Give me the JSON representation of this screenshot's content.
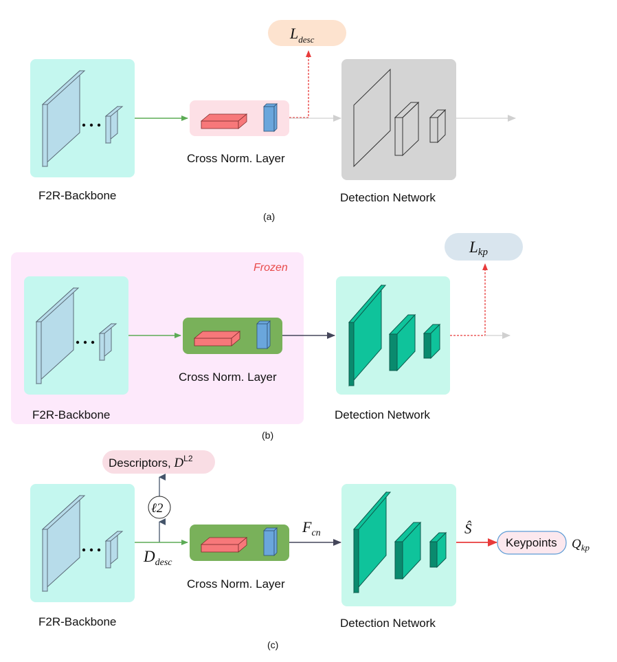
{
  "panels": {
    "a": {
      "caption": "(a)",
      "backbone_label": "F2R-Backbone",
      "cross_norm_label": "Cross Norm. Layer",
      "detection_label": "Detection Network",
      "loss_label": "L",
      "loss_sub": "desc"
    },
    "b": {
      "caption": "(b)",
      "frozen_label": "Frozen",
      "backbone_label": "F2R-Backbone",
      "cross_norm_label": "Cross Norm. Layer",
      "detection_label": "Detection Network",
      "loss_label": "L",
      "loss_sub": "kp"
    },
    "c": {
      "caption": "(c)",
      "backbone_label": "F2R-Backbone",
      "cross_norm_label": "Cross Norm. Layer",
      "detection_label": "Detection Network",
      "descriptors_label": "Descriptors, ",
      "descriptors_sym": "D",
      "descriptors_sup": "L2",
      "l2_label": "ℓ2",
      "d_desc_main": "D",
      "d_desc_sub": "desc",
      "f_cn_main": "F",
      "f_cn_sub": "cn",
      "s_hat": "Ŝ",
      "keypoints_label": "Keypoints",
      "q_main": "Q",
      "q_sub": "kp"
    }
  },
  "colors": {
    "backbone_bg": "#c4f7ef",
    "frozen_bg": "#fde9fb",
    "cross_norm_pink": "#fde0e6",
    "cross_norm_green": "#79b15a",
    "detection_gray": "#d4d4d4",
    "detection_mint": "#c7f8ec",
    "teal": "#0fc39b",
    "layer_blue": "#b7dcea",
    "slab_red": "#f7787a",
    "bar_blue": "#6aa6dc",
    "arrow_green": "#5cab55",
    "arrow_dark": "#44465a",
    "arrow_red": "#e83b3b",
    "loss_peach": "#fde3cf",
    "loss_blue": "#d9e5ee",
    "descriptor_pink": "#f9dde4"
  }
}
